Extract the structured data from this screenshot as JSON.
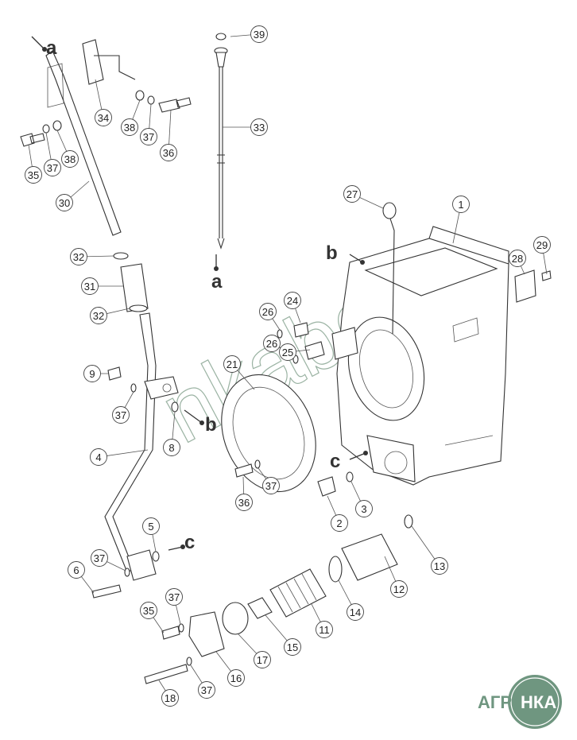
{
  "diagram": {
    "callouts": [
      "39",
      "34",
      "38",
      "37",
      "36",
      "33",
      "35",
      "37",
      "38",
      "30",
      "27",
      "1",
      "29",
      "28",
      "32",
      "31",
      "32",
      "26",
      "24",
      "25",
      "26",
      "21",
      "9",
      "37",
      "8",
      "4",
      "36",
      "37",
      "2",
      "3",
      "5",
      "13",
      "6",
      "37",
      "12",
      "14",
      "37",
      "35",
      "11",
      "15",
      "17",
      "16",
      "18",
      "37"
    ],
    "reference_letters": [
      "a",
      "a",
      "b",
      "b",
      "c",
      "c"
    ]
  },
  "watermark": "nkabo",
  "logo": {
    "left": "АГРО",
    "right": "НКА",
    "color": "#6f9680"
  }
}
